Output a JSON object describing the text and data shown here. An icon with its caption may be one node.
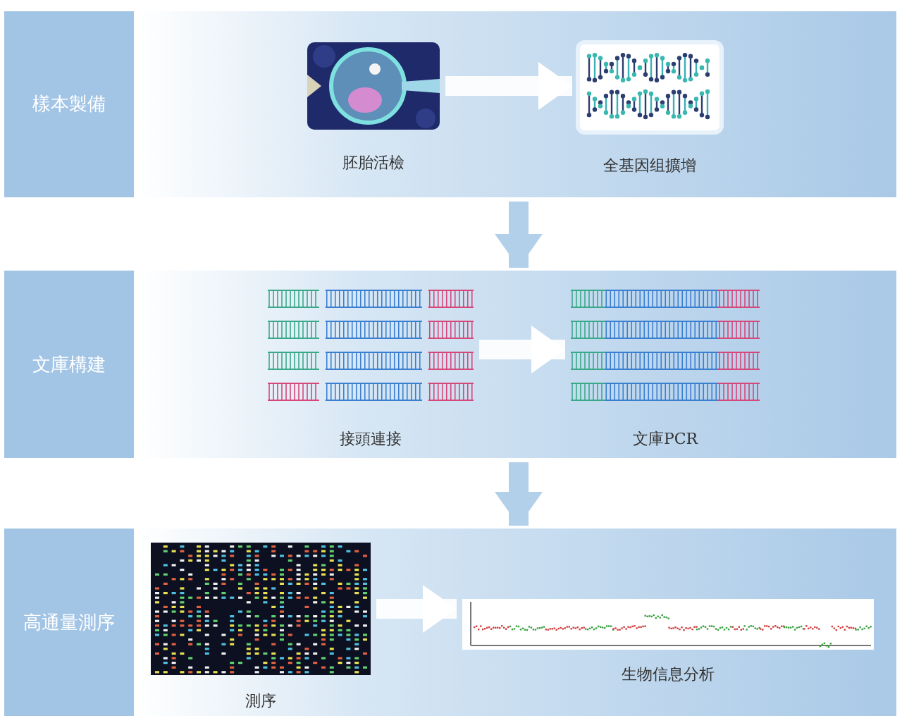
{
  "diagram": {
    "nodes": [
      {
        "text": [
          "樣本製備"
        ]
      },
      {
        "text": [],
        "shape": "box"
      },
      {
        "text": [],
        "shape": "picture",
        "in": 1,
        "beside": [
          "胚胎活檢"
        ]
      },
      {
        "text": [],
        "shape": "picture",
        "in": 1,
        "beside": [
          "全基因组擴增"
        ]
      },
      {
        "text": [
          "文庫構建"
        ]
      },
      {
        "text": [],
        "shape": "box"
      },
      {
        "text": [],
        "shape": "picture",
        "in": 5,
        "beside": [
          "接頭連接"
        ]
      },
      {
        "text": [],
        "shape": "picture",
        "in": 5,
        "beside": [
          "文庫PCR"
        ]
      },
      {
        "text": [
          "高通量測序"
        ]
      },
      {
        "text": [],
        "shape": "box"
      },
      {
        "text": [],
        "shape": "picture",
        "in": 9,
        "beside": [
          "測序"
        ]
      },
      {
        "text": [],
        "shape": "picture",
        "in": 9,
        "beside": [
          "生物信息分析"
        ]
      }
    ],
    "edges": [
      {
        "from": 2,
        "to": 3,
        "arrow": "to"
      },
      {
        "from": 1,
        "to": 5,
        "arrow": "to"
      },
      {
        "from": 6,
        "to": 7,
        "arrow": "to"
      },
      {
        "from": 5,
        "to": 9,
        "arrow": "to"
      },
      {
        "from": 10,
        "to": 11,
        "arrow": "to"
      }
    ]
  }
}
